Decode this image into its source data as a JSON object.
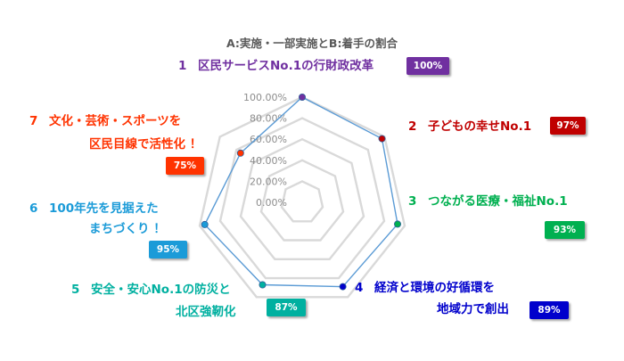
{
  "chart_data": {
    "type": "radar",
    "title": "A:実施・一部実施とB:着手の割合",
    "ticks": [
      "0.00%",
      "20.00%",
      "40.00%",
      "60.00%",
      "80.00%",
      "100.00%"
    ],
    "rmax": 100,
    "series_color": "#5b9bd5",
    "categories": [
      {
        "no": "1",
        "line1": "区民サービスNo.1の行財政改革",
        "line2": "",
        "value": 100,
        "badge": "100%",
        "color": "#7030a0"
      },
      {
        "no": "2",
        "line1": "子どもの幸せNo.1",
        "line2": "",
        "value": 97,
        "badge": "97%",
        "color": "#c00000"
      },
      {
        "no": "3",
        "line1": "つながる医療・福祉No.1",
        "line2": "",
        "value": 93,
        "badge": "93%",
        "color": "#00b050"
      },
      {
        "no": "4",
        "line1": "経済と環境の好循環を",
        "line2": "地域力で創出",
        "value": 89,
        "badge": "89%",
        "color": "#0000cc"
      },
      {
        "no": "5",
        "line1": "安全・安心No.1の防災と",
        "line2": "北区強靭化",
        "value": 87,
        "badge": "87%",
        "color": "#00b0a0"
      },
      {
        "no": "6",
        "line1": "100年先を見据えた",
        "line2": "まちづくり ！",
        "value": 95,
        "badge": "95%",
        "color": "#1b9bd8"
      },
      {
        "no": "7",
        "line1": "文化・芸術・スポーツを",
        "line2": "区民目線で活性化 ！",
        "value": 75,
        "badge": "75%",
        "color": "#ff3300"
      }
    ]
  }
}
